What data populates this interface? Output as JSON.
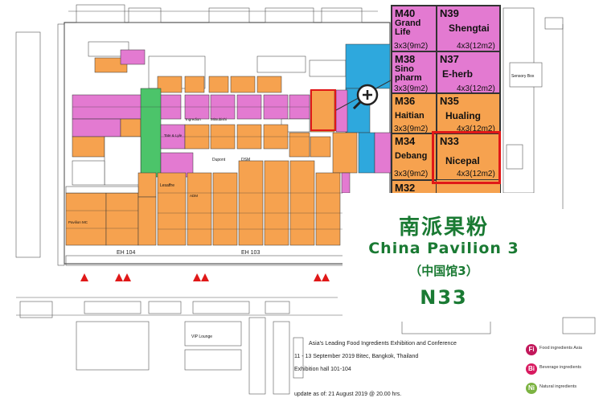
{
  "colors": {
    "booth_orange": "#f6a24f",
    "booth_pink": "#e37ad1",
    "booth_blue": "#2ea8dd",
    "booth_green": "#4cc46a",
    "highlight_red": "#e01818",
    "pavilion_green": "#1a7a33"
  },
  "zoom": {
    "cells": [
      {
        "code": "M40",
        "name": "Grand Life",
        "size": "3x3(9m2)"
      },
      {
        "code": "N39",
        "name": "Shengtai",
        "size": "4x3(12m2)"
      },
      {
        "code": "M38",
        "name": "Sino pharm",
        "size": "3x3(9m2)"
      },
      {
        "code": "N37",
        "name": "E-herb",
        "size": "4x3(12m2)"
      },
      {
        "code": "M36",
        "name": "Haitian",
        "size": "3x3(9m2)"
      },
      {
        "code": "N35",
        "name": "Hualing",
        "size": "4x3(12m2)"
      },
      {
        "code": "M34",
        "name": "Debang",
        "size": "3x3(9m2)"
      },
      {
        "code": "N33",
        "name": "Nicepal",
        "size": "4x3(12m2)"
      },
      {
        "code": "M32",
        "name": "",
        "size": ""
      }
    ]
  },
  "pavilion": {
    "name_cn": "南派果粉",
    "name_en": "China Pavilion 3",
    "name_cn2": "（中国馆3）",
    "booth": "N33"
  },
  "hall_labels": {
    "eh104": "EH 104",
    "eh103": "EH 103"
  },
  "floor_labels": {
    "lesaffre": "Lesaffre",
    "dupont": "Dupont",
    "dsm": "DSM",
    "ingredion": "Ingredion",
    "tate_lyle": "Tate & Lyle",
    "mitsubishi": "Mitsubishi",
    "pavilion_mc": "Pavilion MC",
    "adm": "ADM",
    "sensory_box": "Sensory Box",
    "vip_lounge": "VIP Lounge"
  },
  "event": {
    "line1": "Asia's Leading Food Ingredients Exhibition and Conference",
    "line2": "11 - 13 September 2019 Bitec, Bangkok, Thailand",
    "line3": "Exhibition hall 101-104",
    "updated": "update as of: 21 August 2019 @ 20.00 hrs."
  },
  "logos": [
    {
      "mark": "Fi",
      "label": "Food ingredients Asia",
      "color": "#c2185b"
    },
    {
      "mark": "Bi",
      "label": "Beverage ingredients",
      "color": "#d81b60"
    },
    {
      "mark": "Ni",
      "label": "Natural ingredients",
      "color": "#7cb342"
    }
  ]
}
